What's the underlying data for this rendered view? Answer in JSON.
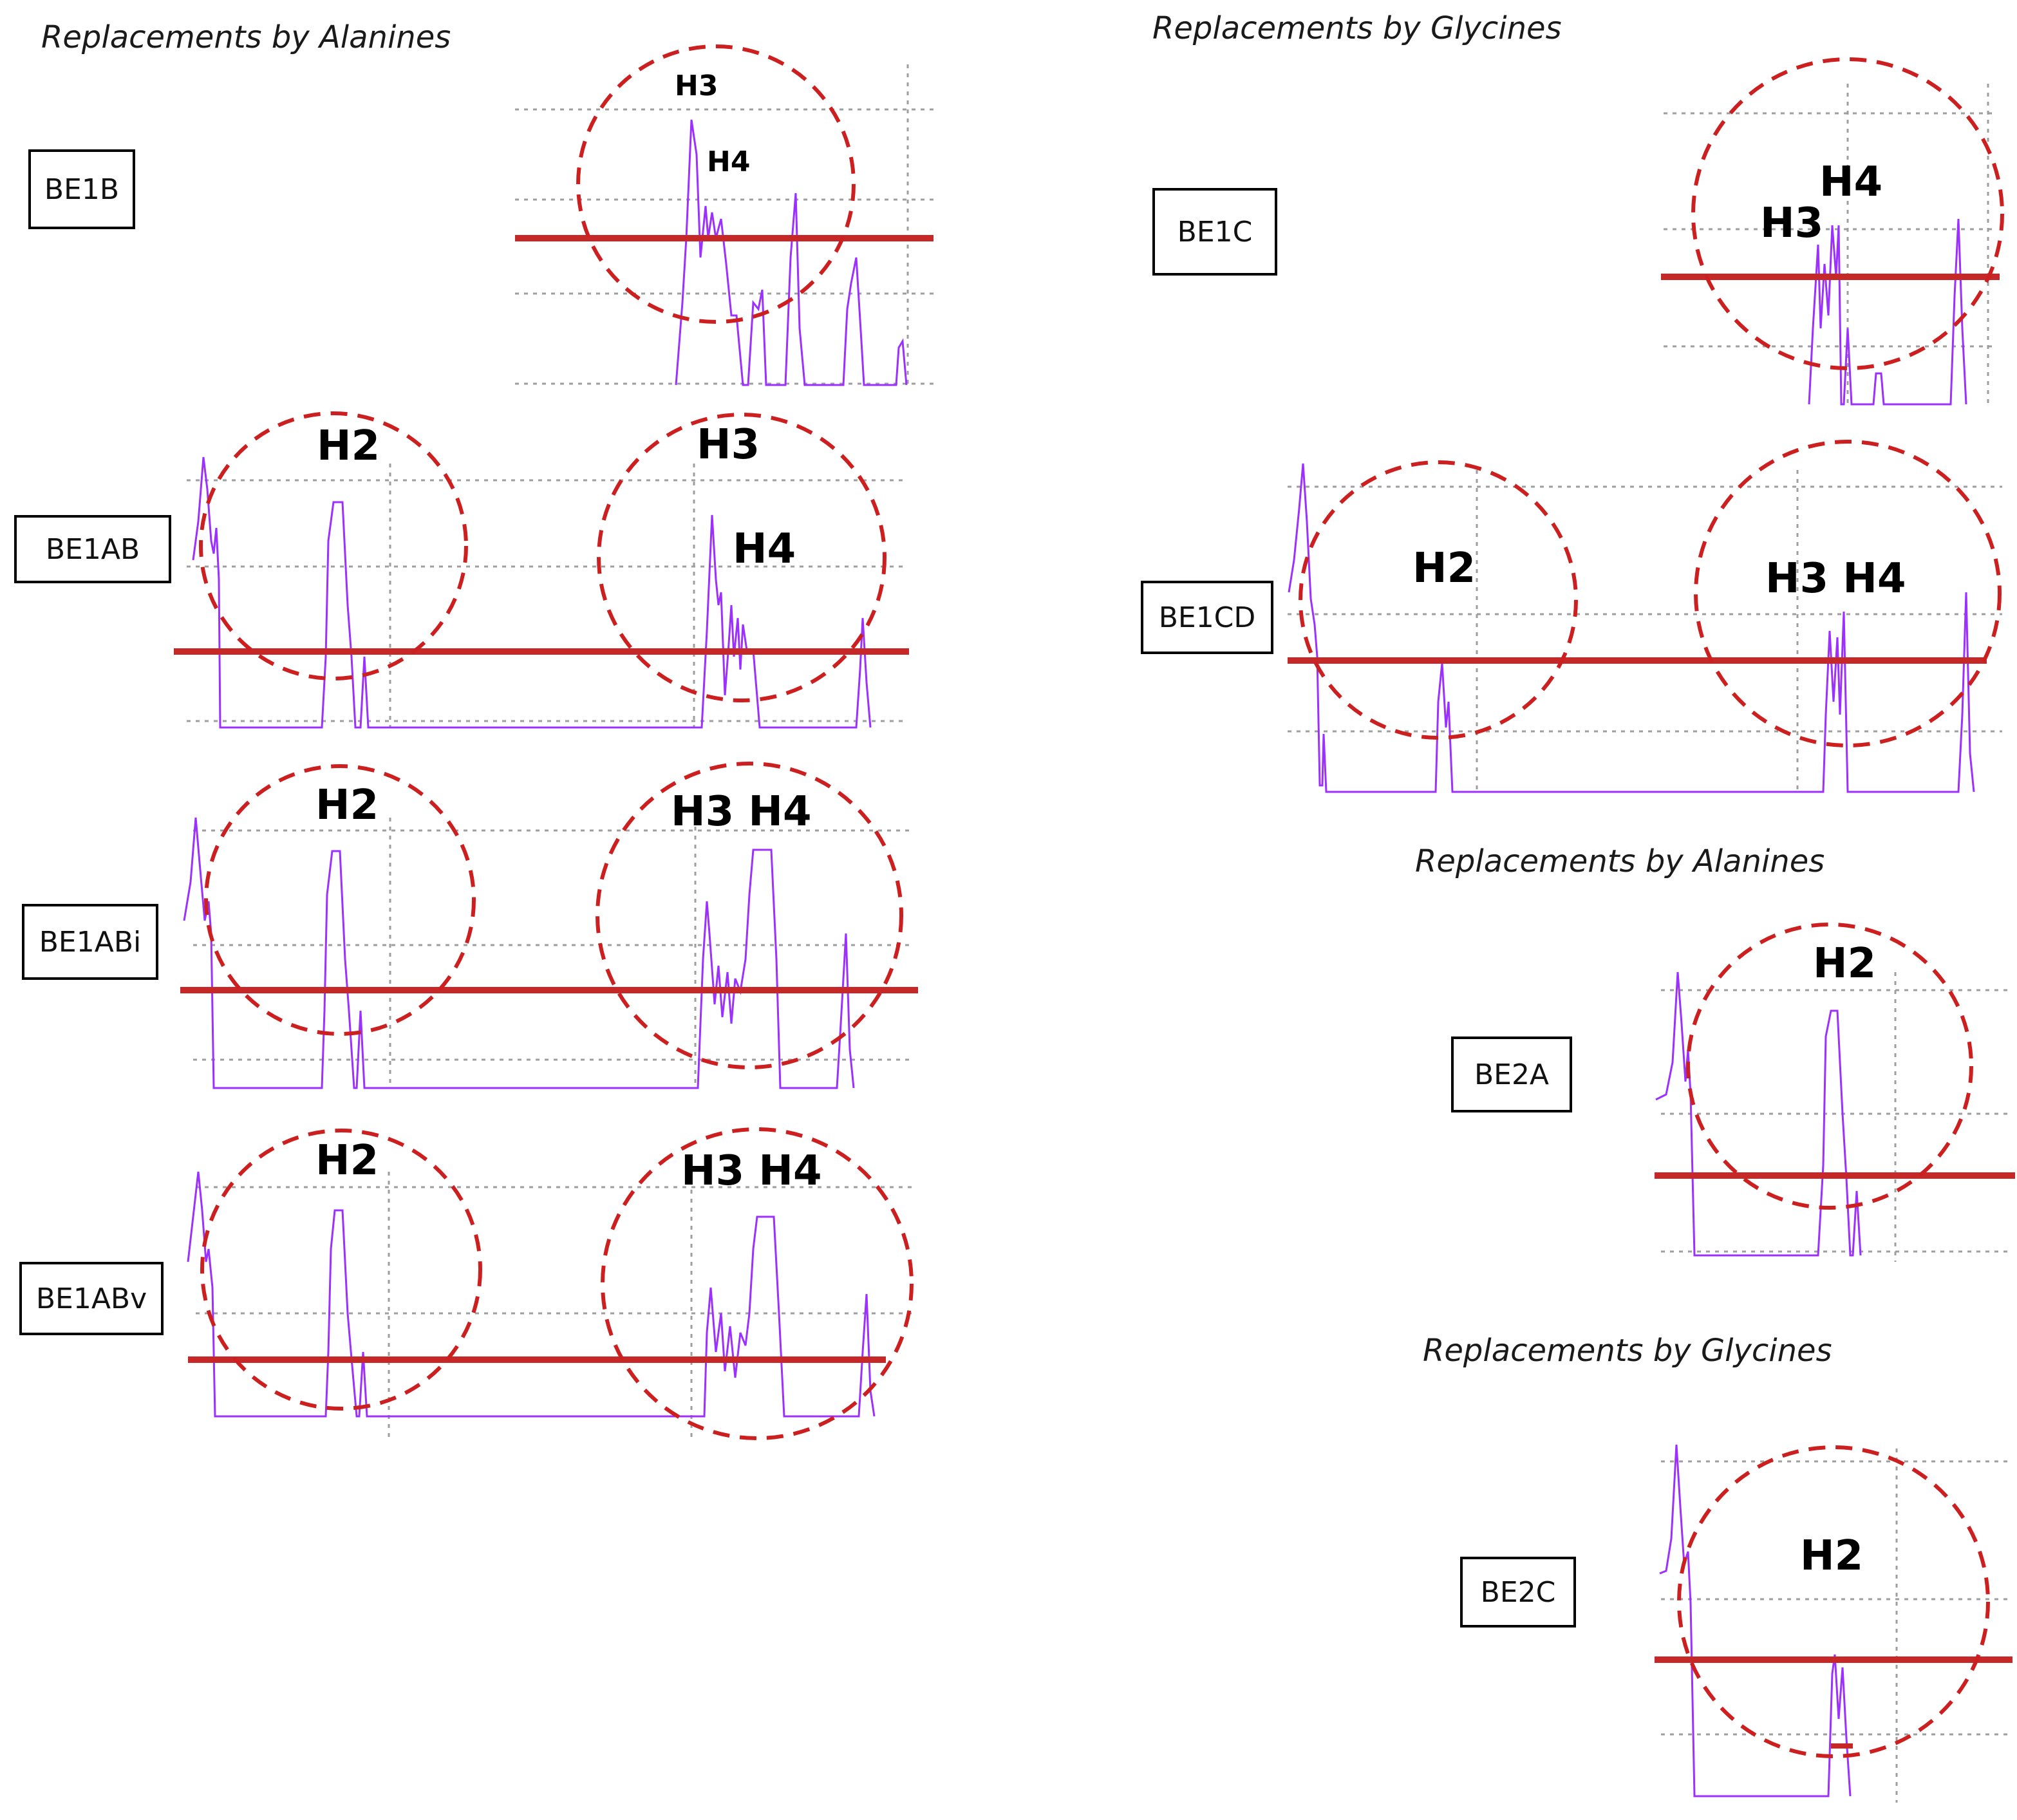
{
  "colors": {
    "trace": "#9b30ff",
    "threshold": "#c62828",
    "circle": "#cc2020",
    "grid": "#9e9e9e"
  },
  "section_titles": {
    "left_alanines": "Replacements by Alanines",
    "right_glycines_top": "Replacements by Glycines",
    "right_alanines": "Replacements by Alanines",
    "right_glycines_bottom": "Replacements by Glycines"
  },
  "chart_data": [
    {
      "type": "line",
      "id": "BE1B",
      "label": "BE1B",
      "highlighted_regions": [
        "H3",
        "H4"
      ]
    },
    {
      "type": "line",
      "id": "BE1AB",
      "label": "BE1AB",
      "highlighted_regions": [
        "H2",
        "H3",
        "H4"
      ]
    },
    {
      "type": "line",
      "id": "BE1ABi",
      "label": "BE1ABi",
      "highlighted_regions": [
        "H2",
        "H3 H4"
      ]
    },
    {
      "type": "line",
      "id": "BE1ABv",
      "label": "BE1ABv",
      "highlighted_regions": [
        "H2",
        "H3 H4"
      ]
    },
    {
      "type": "line",
      "id": "BE1C",
      "label": "BE1C",
      "highlighted_regions": [
        "H3",
        "H4"
      ]
    },
    {
      "type": "line",
      "id": "BE1CD",
      "label": "BE1CD",
      "highlighted_regions": [
        "H2",
        "H3 H4"
      ]
    },
    {
      "type": "line",
      "id": "BE2A",
      "label": "BE2A",
      "highlighted_regions": [
        "H2"
      ]
    },
    {
      "type": "line",
      "id": "BE2C",
      "label": "BE2C",
      "highlighted_regions": [
        "H2"
      ]
    }
  ]
}
